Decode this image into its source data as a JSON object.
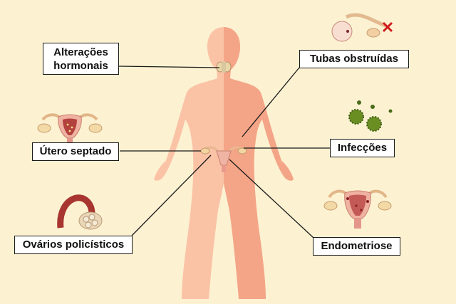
{
  "labels": {
    "hormonal": {
      "line1": "Alterações",
      "line2": "hormonais"
    },
    "tubes": "Tubas obstruídas",
    "septate_uterus": "Útero septado",
    "infections": "Infecções",
    "polycystic_ovaries": "Ovários policísticos",
    "endometriosis": "Endometriose"
  },
  "colors": {
    "background": "#fcf2d2",
    "body_light": "#fbc3a6",
    "body_dark": "#f4a587",
    "label_border": "#1a1a1a",
    "connector": "#1a1a1a"
  },
  "icons": {
    "figure": "human-body-silhouette",
    "thyroid": "thyroid-gland-icon",
    "uterus": "uterus-icon",
    "tube": "fallopian-tube-blocked-icon",
    "ovary": "polycystic-ovary-icon",
    "germs": "bacteria-icon"
  }
}
